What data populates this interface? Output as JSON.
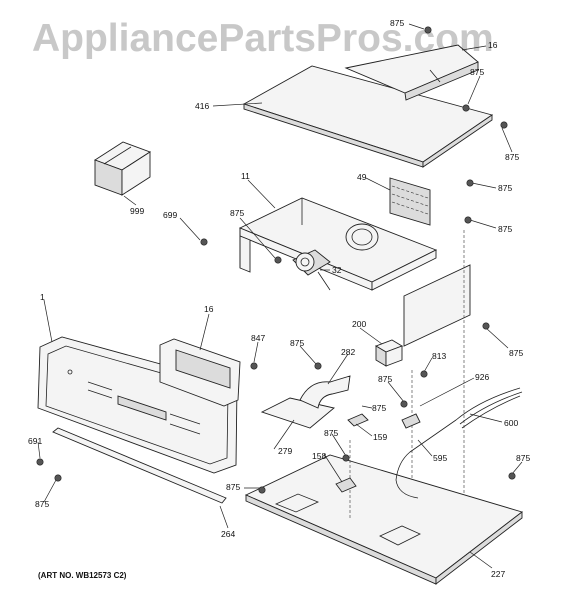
{
  "watermark": "AppliancePartsPros.com",
  "art_number": "(ART NO. WB12573 C2)",
  "callouts": [
    {
      "id": "c875a",
      "text": "875"
    },
    {
      "id": "c16a",
      "text": "16"
    },
    {
      "id": "c875b",
      "text": "875"
    },
    {
      "id": "c416",
      "text": "416"
    },
    {
      "id": "c875c",
      "text": "875"
    },
    {
      "id": "c999",
      "text": "999"
    },
    {
      "id": "c11",
      "text": "11"
    },
    {
      "id": "c49",
      "text": "49"
    },
    {
      "id": "c875d",
      "text": "875"
    },
    {
      "id": "c875e",
      "text": "875"
    },
    {
      "id": "c699",
      "text": "699"
    },
    {
      "id": "c875f",
      "text": "875"
    },
    {
      "id": "c32",
      "text": "32"
    },
    {
      "id": "c1",
      "text": "1"
    },
    {
      "id": "c16b",
      "text": "16"
    },
    {
      "id": "c200",
      "text": "200"
    },
    {
      "id": "c875g",
      "text": "875"
    },
    {
      "id": "c847",
      "text": "847"
    },
    {
      "id": "c875h",
      "text": "875"
    },
    {
      "id": "c282",
      "text": "282"
    },
    {
      "id": "c813",
      "text": "813"
    },
    {
      "id": "c875i",
      "text": "875"
    },
    {
      "id": "c926",
      "text": "926"
    },
    {
      "id": "c875j",
      "text": "875"
    },
    {
      "id": "c600",
      "text": "600"
    },
    {
      "id": "c691",
      "text": "691"
    },
    {
      "id": "c875k",
      "text": "875"
    },
    {
      "id": "c159",
      "text": "159"
    },
    {
      "id": "c279",
      "text": "279"
    },
    {
      "id": "c158",
      "text": "158"
    },
    {
      "id": "c595",
      "text": "595"
    },
    {
      "id": "c875l",
      "text": "875"
    },
    {
      "id": "c875m",
      "text": "875"
    },
    {
      "id": "c875n",
      "text": "875"
    },
    {
      "id": "c264",
      "text": "264"
    },
    {
      "id": "c227",
      "text": "227"
    }
  ]
}
